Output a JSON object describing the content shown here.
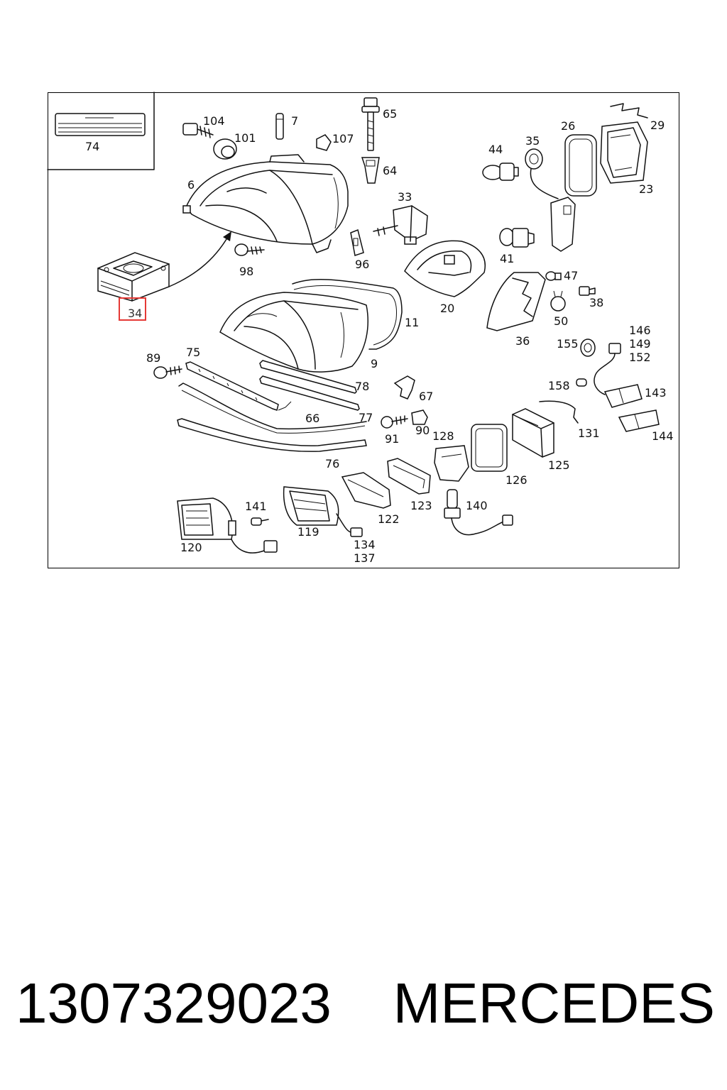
{
  "footer": {
    "part_number": "1307329023",
    "brand": "MERCEDES"
  },
  "diagram": {
    "highlighted_part": "34",
    "highlight_color": "#e53935",
    "callouts": {
      "c74": "74",
      "c104": "104",
      "c101": "101",
      "c7": "7",
      "c107": "107",
      "c65": "65",
      "c64": "64",
      "c44": "44",
      "c35": "35",
      "c26": "26",
      "c29": "29",
      "c23": "23",
      "c6": "6",
      "c33": "33",
      "c96": "96",
      "c98": "98",
      "c41": "41",
      "c20": "20",
      "c47": "47",
      "c38": "38",
      "c50": "50",
      "c36": "36",
      "c11": "11",
      "c9": "9",
      "c34": "34",
      "c89": "89",
      "c75": "75",
      "c78": "78",
      "c67": "67",
      "c66": "66",
      "c77": "77",
      "c91": "91",
      "c90": "90",
      "c128": "128",
      "c76": "76",
      "c155": "155",
      "c146": "146",
      "c149": "149",
      "c152": "152",
      "c158": "158",
      "c143": "143",
      "c131": "131",
      "c144": "144",
      "c125": "125",
      "c126": "126",
      "c141": "141",
      "c119": "119",
      "c120": "120",
      "c134": "134",
      "c137": "137",
      "c122": "122",
      "c123": "123",
      "c140": "140"
    }
  }
}
